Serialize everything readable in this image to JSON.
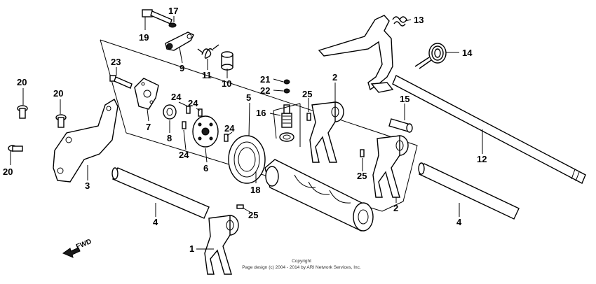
{
  "diagram": {
    "callouts": [
      {
        "id": "c1",
        "label": "1"
      },
      {
        "id": "c2a",
        "label": "2"
      },
      {
        "id": "c2b",
        "label": "2"
      },
      {
        "id": "c3",
        "label": "3"
      },
      {
        "id": "c4a",
        "label": "4"
      },
      {
        "id": "c4b",
        "label": "4"
      },
      {
        "id": "c5",
        "label": "5"
      },
      {
        "id": "c6",
        "label": "6"
      },
      {
        "id": "c7",
        "label": "7"
      },
      {
        "id": "c8",
        "label": "8"
      },
      {
        "id": "c9",
        "label": "9"
      },
      {
        "id": "c10",
        "label": "10"
      },
      {
        "id": "c11",
        "label": "11"
      },
      {
        "id": "c12",
        "label": "12"
      },
      {
        "id": "c13",
        "label": "13"
      },
      {
        "id": "c14",
        "label": "14"
      },
      {
        "id": "c15",
        "label": "15"
      },
      {
        "id": "c16",
        "label": "16"
      },
      {
        "id": "c17",
        "label": "17"
      },
      {
        "id": "c18",
        "label": "18"
      },
      {
        "id": "c19",
        "label": "19"
      },
      {
        "id": "c20a",
        "label": "20"
      },
      {
        "id": "c20b",
        "label": "20"
      },
      {
        "id": "c20c",
        "label": "20"
      },
      {
        "id": "c21",
        "label": "21"
      },
      {
        "id": "c22",
        "label": "22"
      },
      {
        "id": "c23",
        "label": "23"
      },
      {
        "id": "c24a",
        "label": "24"
      },
      {
        "id": "c24b",
        "label": "24"
      },
      {
        "id": "c24c",
        "label": "24"
      },
      {
        "id": "c24d",
        "label": "24"
      },
      {
        "id": "c25a",
        "label": "25"
      },
      {
        "id": "c25b",
        "label": "25"
      },
      {
        "id": "c25c",
        "label": "25"
      }
    ],
    "fwd_label": "FWD",
    "copyright_line1": "Copyright",
    "copyright_line2": "Page design (c) 2004 - 2014 by ARI Network Services, Inc."
  }
}
